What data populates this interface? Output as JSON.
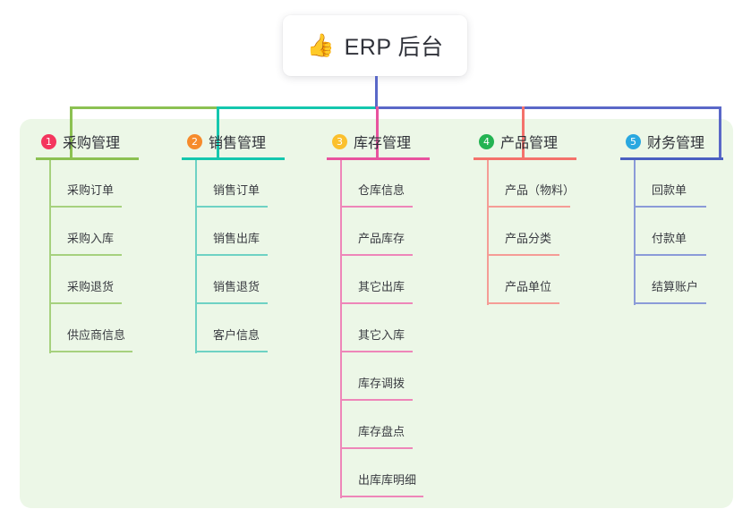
{
  "root": {
    "emoji": "👍",
    "emoji_name": "thumbs-up-emoji",
    "title": "ERP 后台"
  },
  "palette": {
    "panel_background": "#ecf7e7",
    "page_background": "#ffffff",
    "text": "#2f3138",
    "green": "#8cc152",
    "teal": "#14c7ae",
    "pink": "#e8539e",
    "red": "#f4726b",
    "blue": "#5a68c8"
  },
  "connectors": {
    "root_drop_color": "#5a68c8",
    "bar_segments": [
      {
        "name": "segment-green",
        "color": "#8cc152"
      },
      {
        "name": "segment-teal",
        "color": "#14c7ae"
      },
      {
        "name": "segment-blue",
        "color": "#5a68c8"
      }
    ]
  },
  "columns": [
    {
      "index": "1",
      "title": "采购管理",
      "badge_color": "#f4365e",
      "line_color": "#8cc152",
      "leaf_line_color": "#a6d17e",
      "drop_color": "#8cc152",
      "items": [
        "采购订单",
        "采购入库",
        "采购退货",
        "供应商信息"
      ]
    },
    {
      "index": "2",
      "title": "销售管理",
      "badge_color": "#f68b2c",
      "line_color": "#14c7ae",
      "leaf_line_color": "#6ed2c4",
      "drop_color": "#14c7ae",
      "items": [
        "销售订单",
        "销售出库",
        "销售退货",
        "客户信息"
      ]
    },
    {
      "index": "3",
      "title": "库存管理",
      "badge_color": "#fbc02d",
      "line_color": "#e8539e",
      "leaf_line_color": "#ee86b9",
      "drop_color": "#e8539e",
      "items": [
        "仓库信息",
        "产品库存",
        "其它出库",
        "其它入库",
        "库存调拨",
        "库存盘点",
        "出库库明细"
      ]
    },
    {
      "index": "4",
      "title": "产品管理",
      "badge_color": "#23b352",
      "line_color": "#f4726b",
      "leaf_line_color": "#f59c96",
      "drop_color": "#f4726b",
      "items": [
        "产品（物料）",
        "产品分类",
        "产品单位"
      ]
    },
    {
      "index": "5",
      "title": "财务管理",
      "badge_color": "#29a8e0",
      "line_color": "#4a5fc1",
      "leaf_line_color": "#8b9bd8",
      "drop_color": "#5a68c8",
      "items": [
        "回款单",
        "付款单",
        "结算账户"
      ]
    }
  ]
}
